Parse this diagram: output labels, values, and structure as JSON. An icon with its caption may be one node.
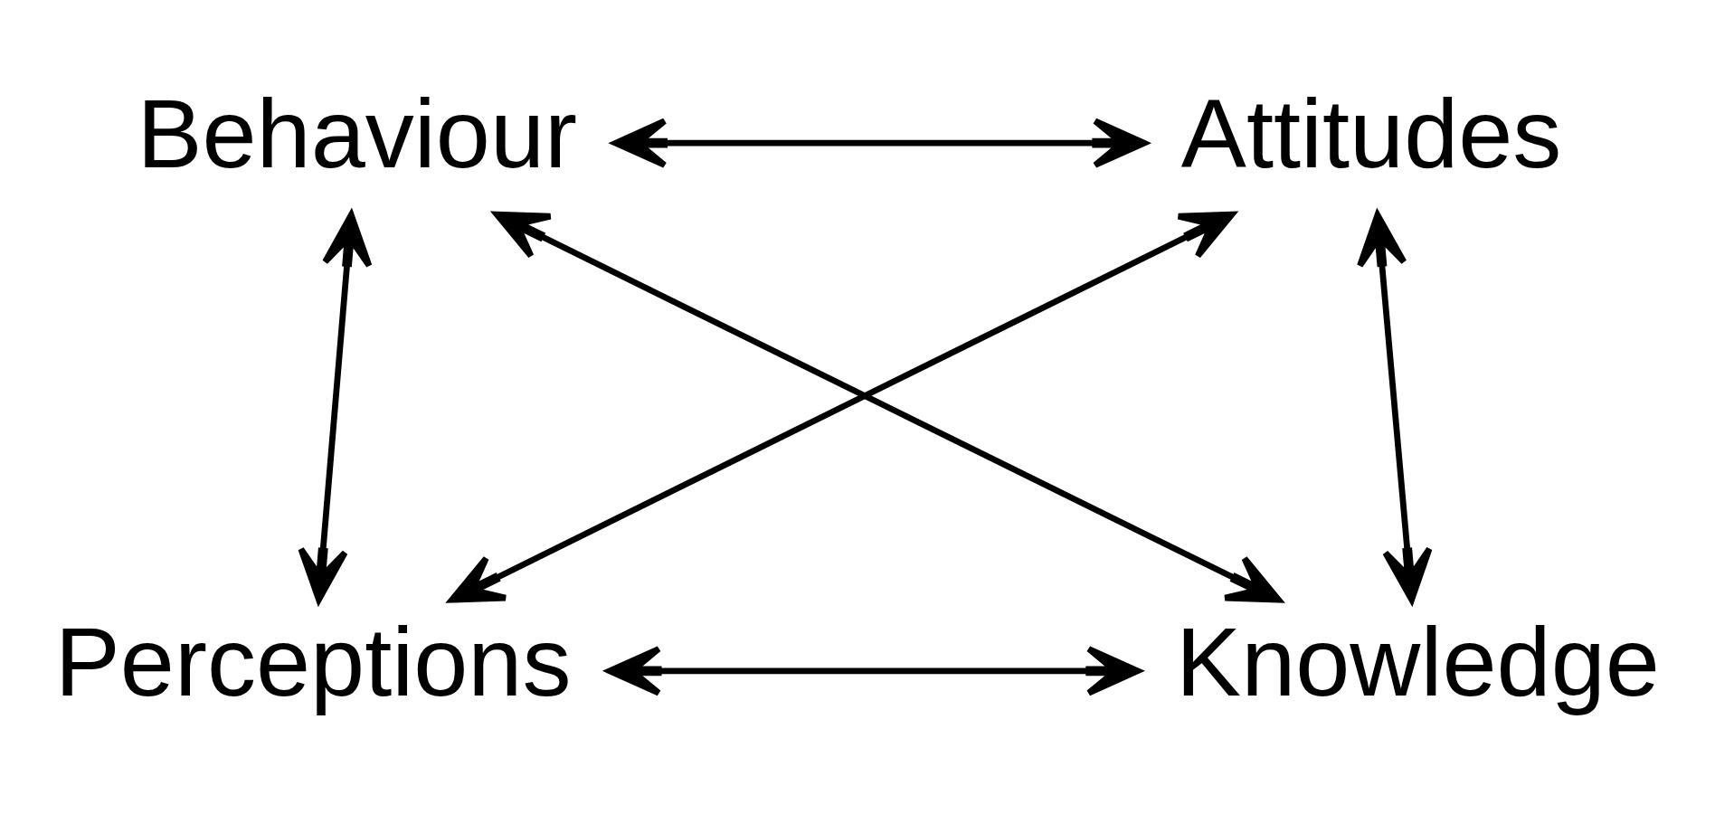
{
  "diagram": {
    "nodes": [
      {
        "text": [
          "Behaviour"
        ]
      },
      {
        "text": [
          "Attitudes"
        ]
      },
      {
        "text": [
          "Perceptions"
        ]
      },
      {
        "text": [
          "Knowledge"
        ]
      }
    ],
    "edges": [
      {
        "from": 0,
        "to": 1,
        "arrow": "both"
      },
      {
        "from": 0,
        "to": 2,
        "arrow": "both"
      },
      {
        "from": 0,
        "to": 3,
        "arrow": "both"
      },
      {
        "from": 1,
        "to": 2,
        "arrow": "both"
      },
      {
        "from": 1,
        "to": 3,
        "arrow": "both"
      },
      {
        "from": 2,
        "to": 3,
        "arrow": "both"
      }
    ]
  }
}
